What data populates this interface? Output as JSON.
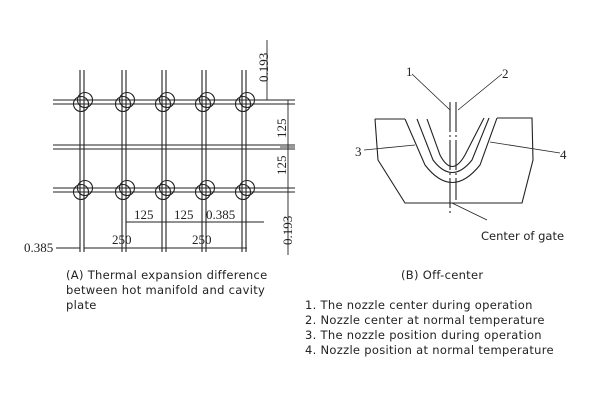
{
  "figure_a": {
    "dim_top_right": "0.193",
    "dim_spacing_v1": "125",
    "dim_spacing_v2": "125",
    "dim_bottom_right": "0.193",
    "dim_half_1": "125",
    "dim_half_2": "125",
    "dim_offset_right": "0.385",
    "dim_offset_left": "0.385",
    "dim_pitch_1": "250",
    "dim_pitch_2": "250",
    "caption_line1": "(A) Thermal expansion difference",
    "caption_line2": "between hot manifold and cavity",
    "caption_line3": "plate"
  },
  "figure_b": {
    "label_1": "1",
    "label_2": "2",
    "label_3": "3",
    "label_4": "4",
    "gate_label": "Center of gate",
    "caption": "(B) Off-center",
    "legend": [
      "1. The nozzle center during operation",
      "2. Nozzle center at normal temperature",
      "3. The nozzle position during operation",
      "4. Nozzle position at normal temperature"
    ]
  },
  "colors": {
    "line": "#222222",
    "background": "#ffffff"
  }
}
